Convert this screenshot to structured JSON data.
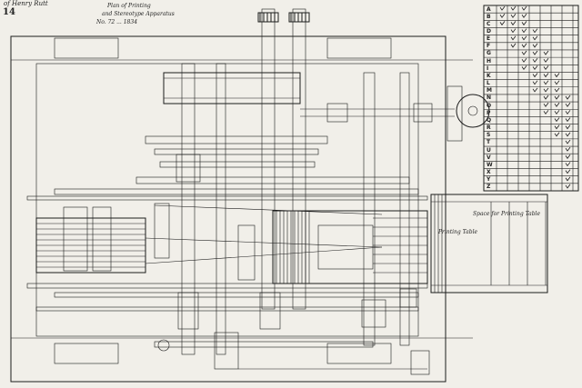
{
  "drawing": {
    "corner_note": "of Henry Rutt",
    "figure_no": "14",
    "caption_line1": "Plan of Printing",
    "caption_line2": "and Stereotype Apparatus",
    "caption_line3": "No. 72 ... 1834",
    "annotation_output": "Printing Table",
    "annotation_table": "Space for Printing Table"
  },
  "table_grid": {
    "row_letters": [
      "A",
      "B",
      "C",
      "D",
      "E",
      "F",
      "G",
      "H",
      "I",
      "K",
      "L",
      "M",
      "N",
      "O",
      "P",
      "Q",
      "R",
      "S",
      "T",
      "U",
      "V",
      "W",
      "X",
      "Y",
      "Z"
    ]
  },
  "colors": {
    "ink": "#1c1c1c",
    "paper": "#f1efe9"
  }
}
